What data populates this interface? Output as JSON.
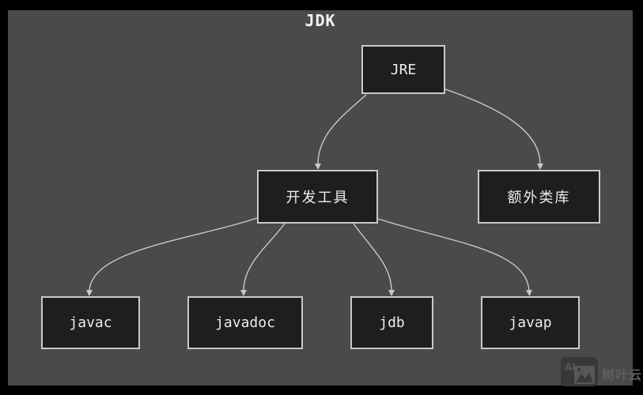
{
  "diagram": {
    "title": "JDK",
    "nodes": [
      {
        "id": "jre",
        "label": "JRE"
      },
      {
        "id": "dev-tools",
        "label": "开发工具"
      },
      {
        "id": "extra-libs",
        "label": "额外类库"
      },
      {
        "id": "javac",
        "label": "javac"
      },
      {
        "id": "javadoc",
        "label": "javadoc"
      },
      {
        "id": "jdb",
        "label": "jdb"
      },
      {
        "id": "javap",
        "label": "javap"
      }
    ],
    "edges": [
      {
        "from": "JRE",
        "to": "开发工具"
      },
      {
        "from": "JRE",
        "to": "额外类库"
      },
      {
        "from": "开发工具",
        "to": "javac"
      },
      {
        "from": "开发工具",
        "to": "javadoc"
      },
      {
        "from": "开发工具",
        "to": "jdb"
      },
      {
        "from": "开发工具",
        "to": "javap"
      }
    ],
    "colors": {
      "frame": "#000000",
      "background": "#4a4a4a",
      "node_fill": "#1e1e1e",
      "node_border": "#c9c9c9",
      "node_text": "#ededed",
      "arrow": "#c9c9c9",
      "title_text": "#f2f2f2",
      "watermark_text": "#5f5f5f",
      "watermark_icon": "#383838"
    }
  },
  "watermark": {
    "icon": "ai-photo-icon",
    "text": "树叶云"
  }
}
